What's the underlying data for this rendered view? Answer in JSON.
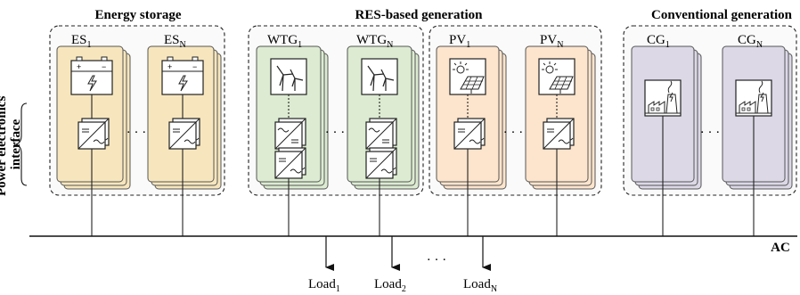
{
  "groups": {
    "energy_storage": "Energy storage",
    "res_generation": "RES-based generation",
    "conventional": "Conventional generation"
  },
  "units": {
    "es1": {
      "base": "ES",
      "sub": "1"
    },
    "esn": {
      "base": "ES",
      "sub": "N"
    },
    "wtg1": {
      "base": "WTG",
      "sub": "1"
    },
    "wtgn": {
      "base": "WTG",
      "sub": "N"
    },
    "pv1": {
      "base": "PV",
      "sub": "1"
    },
    "pvn": {
      "base": "PV",
      "sub": "N"
    },
    "cg1": {
      "base": "CG",
      "sub": "1"
    },
    "cgn": {
      "base": "CG",
      "sub": "N"
    }
  },
  "loads": {
    "load1": {
      "base": "Load",
      "sub": "1"
    },
    "load2": {
      "base": "Load",
      "sub": "2"
    },
    "loadn": {
      "base": "Load",
      "sub": "N"
    }
  },
  "side_label": {
    "line1": "Power electronics",
    "line2": "interface"
  },
  "bus_label": "AC",
  "ellipsis": "· · ·",
  "colors": {
    "storage": "#f7e6bd",
    "wind": "#dcebd1",
    "pv": "#fde4cc",
    "conventional": "#dcd8e6"
  }
}
